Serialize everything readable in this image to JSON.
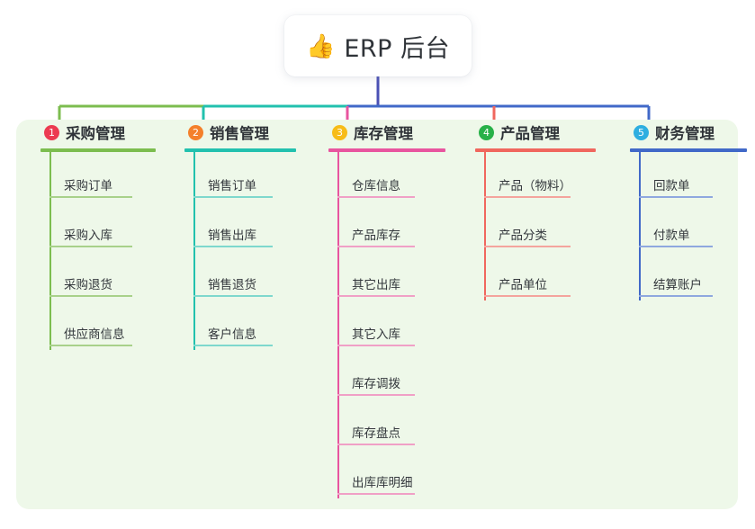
{
  "root": {
    "icon": "thumbs-up-icon",
    "icon_glyph": "👍",
    "label": "ERP 后台"
  },
  "colors": {
    "canvas_background": "#eef8e9",
    "page_background": "#ffffff",
    "root_box_background": "#ffffff",
    "root_text": "#2f3338",
    "branch_1": "#7cbd4f",
    "branch_2": "#22c1ae",
    "branch_3": "#e8559f",
    "branch_4": "#f0675e",
    "branch_5": "#4169c8",
    "badge_1": "#ec3b51",
    "badge_2": "#f4802b",
    "badge_3": "#f7bc17",
    "badge_4": "#27b148",
    "badge_5": "#2eaee0",
    "trunk": "#4a50b5"
  },
  "columns": [
    {
      "badge": "1",
      "badge_color": "#ec3b51",
      "title": "采购管理",
      "line_color": "#7cbd4f",
      "item_line_color": "#a8d18a",
      "items": [
        {
          "label": "采购订单"
        },
        {
          "label": "采购入库"
        },
        {
          "label": "采购退货"
        },
        {
          "label": "供应商信息"
        }
      ]
    },
    {
      "badge": "2",
      "badge_color": "#f4802b",
      "title": "销售管理",
      "line_color": "#22c1ae",
      "item_line_color": "#7ed8cd",
      "items": [
        {
          "label": "销售订单"
        },
        {
          "label": "销售出库"
        },
        {
          "label": "销售退货"
        },
        {
          "label": "客户信息"
        }
      ]
    },
    {
      "badge": "3",
      "badge_color": "#f7bc17",
      "title": "库存管理",
      "line_color": "#e8559f",
      "item_line_color": "#f0a0c6",
      "items": [
        {
          "label": "仓库信息"
        },
        {
          "label": "产品库存"
        },
        {
          "label": "其它出库"
        },
        {
          "label": "其它入库"
        },
        {
          "label": "库存调拨"
        },
        {
          "label": "库存盘点"
        },
        {
          "label": "出库库明细"
        }
      ]
    },
    {
      "badge": "4",
      "badge_color": "#27b148",
      "title": "产品管理",
      "line_color": "#f0675e",
      "item_line_color": "#f4a49d",
      "items": [
        {
          "label": "产品（物料）"
        },
        {
          "label": "产品分类"
        },
        {
          "label": "产品单位"
        }
      ]
    },
    {
      "badge": "5",
      "badge_color": "#2eaee0",
      "title": "财务管理",
      "line_color": "#4169c8",
      "item_line_color": "#8fa8df",
      "items": [
        {
          "label": "回款单"
        },
        {
          "label": "付款单"
        },
        {
          "label": "结算账户"
        }
      ]
    }
  ]
}
